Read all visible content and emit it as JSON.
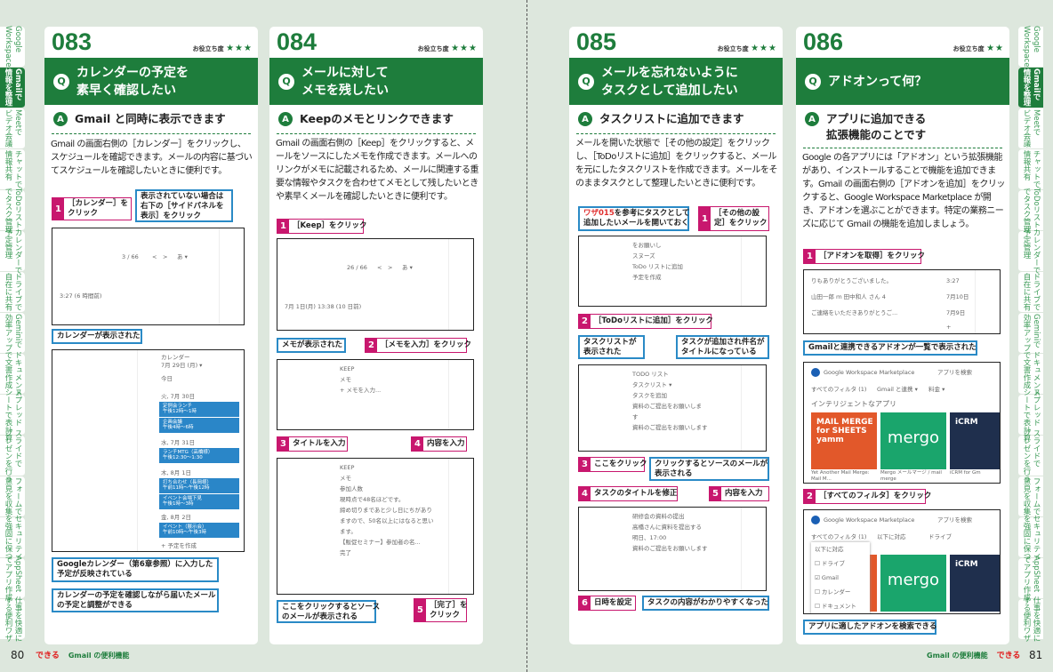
{
  "side_tabs": [
    "Google\nWorkspace",
    "Gmailで\n情報を整理",
    "Meetで\nビデオ会議",
    "チャットで\n情報共有",
    "ToDoリスト\nでタスク管理",
    "カレンダーで\n予定管理",
    "ドライブで\n自在に共有",
    "Geminiで\n効率アップ",
    "ドキュメント\nで文書作成",
    "スプレッド\nシートで表計算",
    "スライドで\nプレゼンを行う",
    "フォームで\n意見を収集",
    "セキュリティ\nを強固に保つ",
    "AppSheet\nでアプリ作成",
    "仕事を快適に\nする便利ワザ"
  ],
  "active_tab": 1,
  "footer": {
    "brand": "できる",
    "section": "Gmail の便利機能",
    "left_page": "80",
    "right_page": "81"
  },
  "colors": {
    "accent": "#1e7d3c",
    "step": "#c8176e",
    "note": "#2a8ac6"
  },
  "cards": [
    {
      "number": "083",
      "rating_label": "お役立ち度",
      "stars": "★★★",
      "question": "カレンダーの予定を\n素早く確認したい",
      "answer": "Gmail と同時に表示できます",
      "body": "Gmail の画面右側の［カレンダー］をクリックし、スケジュールを確認できます。メールの内容に基づいてスケジュールを確認したいときに便利です。",
      "items": [
        {
          "type": "step",
          "n": "1",
          "text": "［カレンダー］を\nクリック"
        },
        {
          "type": "note",
          "text": "表示されていない場合は\n右下の［サイドパネルを\n表示］をクリック"
        },
        {
          "type": "shot",
          "lines": [
            "3 / 66",
            "<",
            ">",
            "あ ▾",
            "3:27 (6 時間前)"
          ]
        },
        {
          "type": "note",
          "text": "カレンダーが表示された"
        },
        {
          "type": "shot",
          "lines": [
            "カレンダー",
            "7月 29日 (月) ▾",
            "今日",
            "火, 7月 30日",
            "水, 7月 31日",
            "木, 8月 1日",
            "金, 8月 2日",
            "+ 予定を作成"
          ],
          "events": [
            "定例会ランチ\n午後12時～1時",
            "企画会議\n午後4時～6時",
            "ランチMTG（高橋様）\n午後12:30～1:30",
            "打ち合わせ（長岡様）\n午前11時～午後12時",
            "イベント会場下見\n午後1時～3時",
            "イベント（展示会）\n午前10時～午後3時"
          ]
        },
        {
          "type": "note",
          "text": "Googleカレンダー（第6章参照）に入力した\n予定が反映されている"
        },
        {
          "type": "note",
          "text": "カレンダーの予定を確認しながら届いたメール\nの予定と調整ができる"
        }
      ]
    },
    {
      "number": "084",
      "rating_label": "お役立ち度",
      "stars": "★★★",
      "question": "メールに対して\nメモを残したい",
      "answer": "Keepのメモとリンクできます",
      "body": "Gmail の画面右側の［Keep］をクリックすると、メールをソースにしたメモを作成できます。メールへのリンクがメモに記載されるため、メールに関連する重要な情報やタスクを合わせてメモとして残したいときや素早くメールを確認したいときに便利です。",
      "items": [
        {
          "type": "step",
          "n": "1",
          "text": "［Keep］をクリック"
        },
        {
          "type": "shot",
          "lines": [
            "26 / 66",
            "<",
            ">",
            "あ ▾",
            "7月 1日(月) 13:38 (10 日前)"
          ]
        },
        {
          "type": "note",
          "text": "メモが表示された"
        },
        {
          "type": "step",
          "n": "2",
          "text": "［メモを入力］をクリック"
        },
        {
          "type": "shot",
          "lines": [
            "KEEP",
            "メモ",
            "+ メモを入力..."
          ]
        },
        {
          "type": "step",
          "n": "3",
          "text": "タイトルを入力"
        },
        {
          "type": "step",
          "n": "4",
          "text": "内容を入力"
        },
        {
          "type": "shot",
          "lines": [
            "KEEP",
            "メモ",
            "参加人数",
            "現時点で48名ほどです。",
            "締め切りまであと少し日にちがあり",
            "ますので、50名以上にはなると思い",
            "ます。",
            "【販促セミナー】参加者の名...",
            "完了"
          ]
        },
        {
          "type": "note",
          "text": "ここをクリックするとソース\nのメールが表示される"
        },
        {
          "type": "step",
          "n": "5",
          "text": "［完了］を\nクリック"
        }
      ]
    },
    {
      "number": "085",
      "rating_label": "お役立ち度",
      "stars": "★★★",
      "question": "メールを忘れないように\nタスクとして追加したい",
      "answer": "タスクリストに追加できます",
      "body": "メールを開いた状態で［その他の設定］をクリックし、［ToDoリストに追加］をクリックすると、メールを元にしたタスクリストを作成できます。メールをそのままタスクとして整理したいときに便利です。",
      "items": [
        {
          "type": "note",
          "text_red": "ワザ015",
          "text": "を参考にタスクとして\n追加したいメールを開いておく"
        },
        {
          "type": "step",
          "n": "1",
          "text": "［その他の設\n定］をクリック"
        },
        {
          "type": "shot",
          "lines": [
            "をお願いし",
            "スヌーズ",
            "ToDo リストに追加",
            "予定を作成"
          ]
        },
        {
          "type": "step",
          "n": "2",
          "text": "［ToDoリストに追加］をクリック"
        },
        {
          "type": "note",
          "text": "タスクリストが\n表示された"
        },
        {
          "type": "note",
          "text": "タスクが追加され件名が\nタイトルになっている"
        },
        {
          "type": "shot",
          "lines": [
            "TODO リスト",
            "タスクリスト ▾",
            "タスクを追加",
            "資料のご提出をお願いしま",
            "す",
            "資料のご提出をお願いします"
          ]
        },
        {
          "type": "step",
          "n": "3",
          "text": "ここをクリック"
        },
        {
          "type": "note",
          "text": "クリックするとソースのメールが\n表示される"
        },
        {
          "type": "step",
          "n": "4",
          "text": "タスクのタイトルを修正"
        },
        {
          "type": "step",
          "n": "5",
          "text": "内容を入力"
        },
        {
          "type": "shot",
          "lines": [
            "研修会の資料の提出",
            "高橋さんに資料を提出する",
            "明日、17:00",
            "資料のご提出をお願いします"
          ]
        },
        {
          "type": "step",
          "n": "6",
          "text": "日時を設定"
        },
        {
          "type": "note",
          "text": "タスクの内容がわかりやすくなった"
        }
      ]
    },
    {
      "number": "086",
      "rating_label": "お役立ち度",
      "stars": "★★",
      "question": "アドオンって何？",
      "answer": "アプリに追加できる\n拡張機能のことです",
      "body": "Google の各アプリには「アドオン」という拡張機能があり、インストールすることで機能を追加できます。Gmail の画面右側の［アドオンを追加］をクリックすると、Google Workspace Marketplace が開き、アドオンを選ぶことができます。特定の業務ニーズに応じて Gmail の機能を追加しましょう。",
      "items": [
        {
          "type": "step",
          "n": "1",
          "text": "［アドオンを取得］をクリック"
        },
        {
          "type": "shot",
          "lines": [
            "りもありがとうございました。",
            "山田一郎 ｍ 田中和人 さん 4",
            "ご連絡をいただきありがとうご...",
            "3:27",
            "7月10日",
            "7月9日",
            "+"
          ]
        },
        {
          "type": "note",
          "text": "Gmailと連携できるアドオンが一覧で表示された"
        },
        {
          "type": "shot",
          "lines": [
            "Google Workspace Marketplace",
            "アプリを検索",
            "すべてのフィルタ (1)",
            "Gmail と連携 ▾",
            "料金 ▾",
            "インテリジェントなアプリ",
            "Yet Another Mail Merge: Mail M...",
            "Mergo メールマージ / mail merge",
            "iCRM for Gm"
          ],
          "tiles": [
            "MAIL MERGE\nfor SHEETS\nyamm",
            "mergo",
            "iCRM"
          ]
        },
        {
          "type": "step",
          "n": "2",
          "text": "［すべてのフィルタ］をクリック"
        },
        {
          "type": "shot",
          "lines": [
            "Google Workspace Marketplace",
            "アプリを検索",
            "すべてのフィルタ (1)",
            "以下に対応",
            "ドライブ",
            "Gmail",
            "カレンダー",
            "ドキュメント"
          ],
          "tiles": [
            "",
            "mergo",
            "iCRM"
          ]
        },
        {
          "type": "note",
          "text": "アプリに適したアドオンを検索できる"
        }
      ]
    }
  ]
}
